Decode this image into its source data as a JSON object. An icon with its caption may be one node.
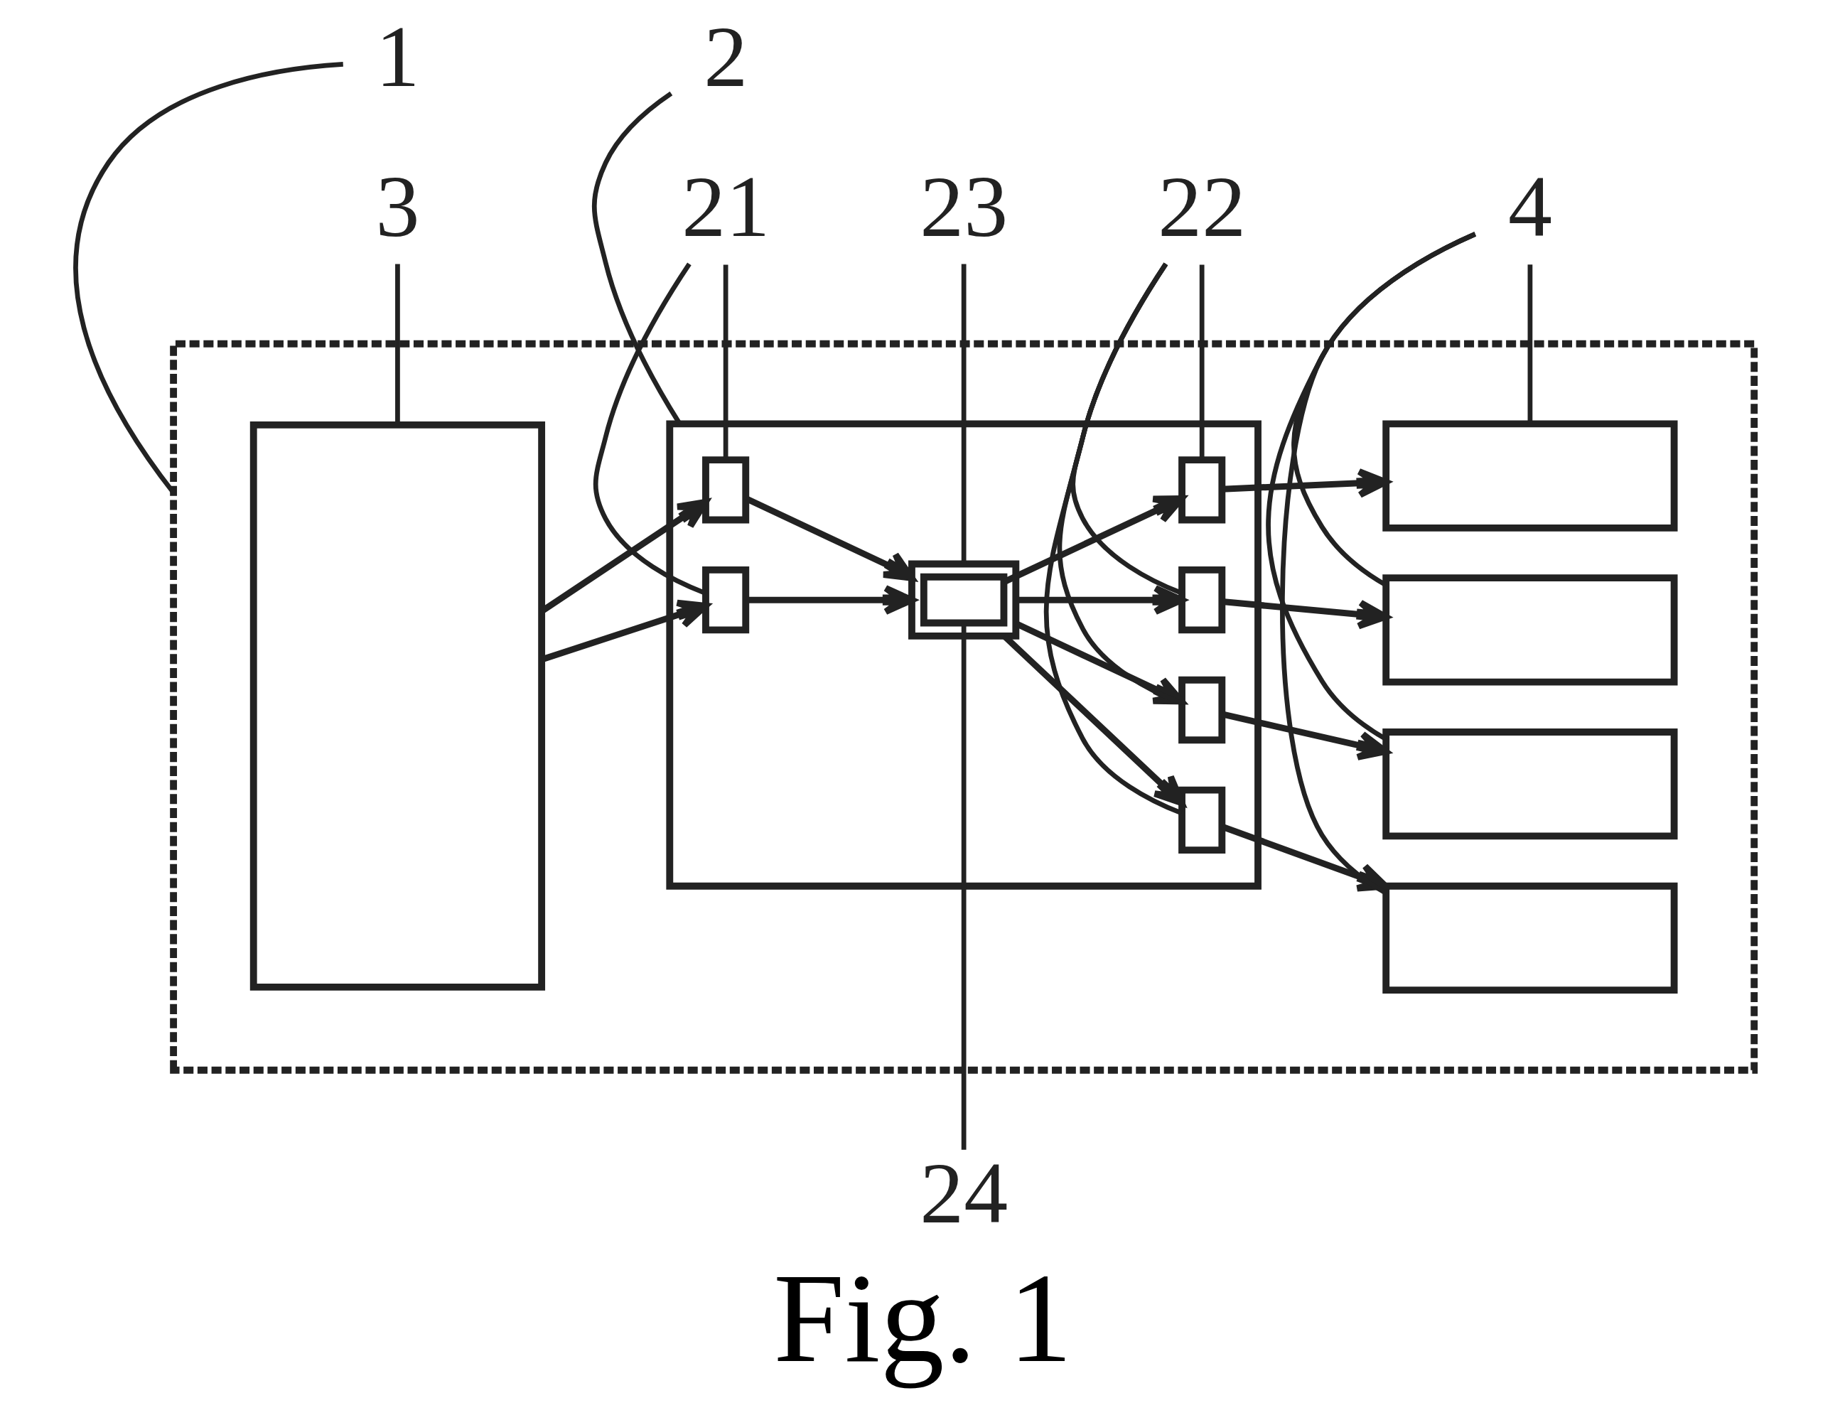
{
  "diagram": {
    "caption": "Fig. 1",
    "nodes": [
      {
        "text": [
          "3"
        ]
      },
      {
        "text": [
          "21"
        ]
      },
      {
        "text": [
          "23"
        ]
      },
      {
        "text": [
          "2"
        ]
      },
      {
        "text": [
          "1"
        ]
      },
      {
        "text": [
          "22"
        ]
      },
      {
        "text": [],
        "shape": "box"
      },
      {
        "text": [],
        "shape": "box",
        "in": 6
      },
      {
        "text": [],
        "shape": "box",
        "in": 6
      },
      {
        "text": [],
        "shape": "box",
        "in": 8
      },
      {
        "text": [],
        "shape": "box",
        "in": 8
      },
      {
        "text": [],
        "shape": "box",
        "in": 8
      },
      {
        "text": [],
        "shape": "box",
        "in": 11
      },
      {
        "text": [],
        "shape": "box",
        "in": 8
      },
      {
        "text": [],
        "shape": "box",
        "in": 8
      },
      {
        "text": [],
        "shape": "box",
        "in": 8
      },
      {
        "text": [],
        "shape": "box",
        "in": 8
      },
      {
        "text": [],
        "shape": "box",
        "in": 6
      },
      {
        "text": [],
        "shape": "box",
        "in": 6
      },
      {
        "text": [],
        "shape": "box",
        "in": 6
      },
      {
        "text": [],
        "shape": "box",
        "in": 6
      },
      {
        "text": [
          "4"
        ]
      },
      {
        "text": [
          "24"
        ]
      }
    ],
    "edges": [
      {
        "from": 7,
        "to": 9,
        "arrow": "to"
      },
      {
        "from": 7,
        "to": 10,
        "arrow": "to"
      },
      {
        "from": 9,
        "to": 11,
        "arrow": "to"
      },
      {
        "from": 10,
        "to": 11,
        "arrow": "to"
      },
      {
        "from": 11,
        "to": 13,
        "arrow": "to"
      },
      {
        "from": 11,
        "to": 14,
        "arrow": "to"
      },
      {
        "from": 11,
        "to": 15,
        "arrow": "to"
      },
      {
        "from": 12,
        "to": 16,
        "arrow": "to"
      },
      {
        "from": 13,
        "to": 17,
        "arrow": "to"
      },
      {
        "from": 14,
        "to": 18,
        "arrow": "to"
      },
      {
        "from": 15,
        "to": 19,
        "arrow": "to"
      },
      {
        "from": 16,
        "to": 20,
        "arrow": "to"
      },
      {
        "from": 0,
        "to": 7,
        "arrow": "none"
      },
      {
        "from": 1,
        "to": 9,
        "arrow": "none"
      },
      {
        "from": 1,
        "to": 10,
        "arrow": "none"
      },
      {
        "from": 2,
        "to": 11,
        "arrow": "none"
      },
      {
        "from": 3,
        "to": 8,
        "arrow": "none"
      },
      {
        "from": 4,
        "to": 6,
        "arrow": "none"
      },
      {
        "from": 5,
        "to": 13,
        "arrow": "none"
      },
      {
        "from": 5,
        "to": 14,
        "arrow": "none"
      },
      {
        "from": 5,
        "to": 15,
        "arrow": "none"
      },
      {
        "from": 5,
        "to": 16,
        "arrow": "none"
      },
      {
        "from": 21,
        "to": 17,
        "arrow": "none"
      },
      {
        "from": 21,
        "to": 18,
        "arrow": "none"
      },
      {
        "from": 21,
        "to": 19,
        "arrow": "none"
      },
      {
        "from": 21,
        "to": 20,
        "arrow": "none"
      },
      {
        "from": 22,
        "to": 12,
        "arrow": "none"
      }
    ]
  }
}
